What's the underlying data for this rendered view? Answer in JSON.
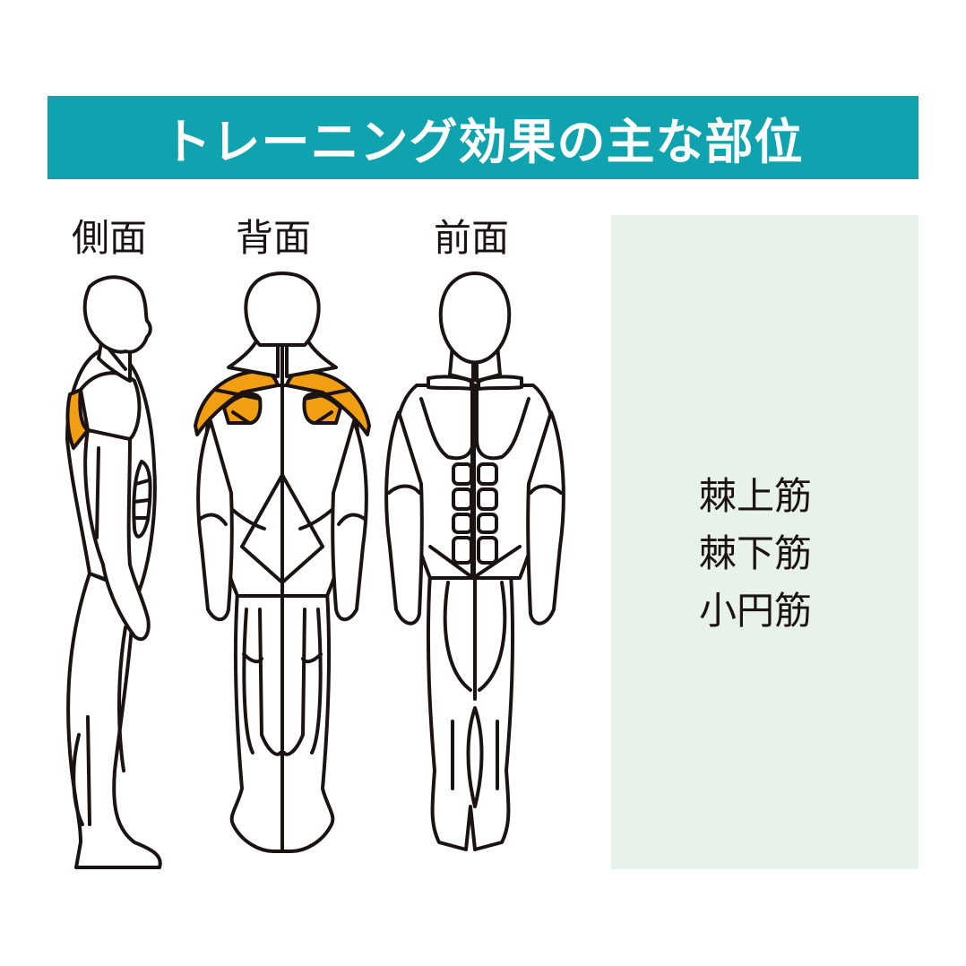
{
  "header": {
    "title": "トレーニング効果の主な部位",
    "background_color": "#0ea3ae",
    "text_color": "#ffffff"
  },
  "views": [
    {
      "id": "side",
      "label": "側面"
    },
    {
      "id": "back",
      "label": "背面"
    },
    {
      "id": "front",
      "label": "前面"
    }
  ],
  "highlight_color": "#f29e12",
  "target_muscles_panel": {
    "background_color": "#e7f2e8",
    "muscles": [
      "棘上筋",
      "棘下筋",
      "小円筋"
    ]
  }
}
